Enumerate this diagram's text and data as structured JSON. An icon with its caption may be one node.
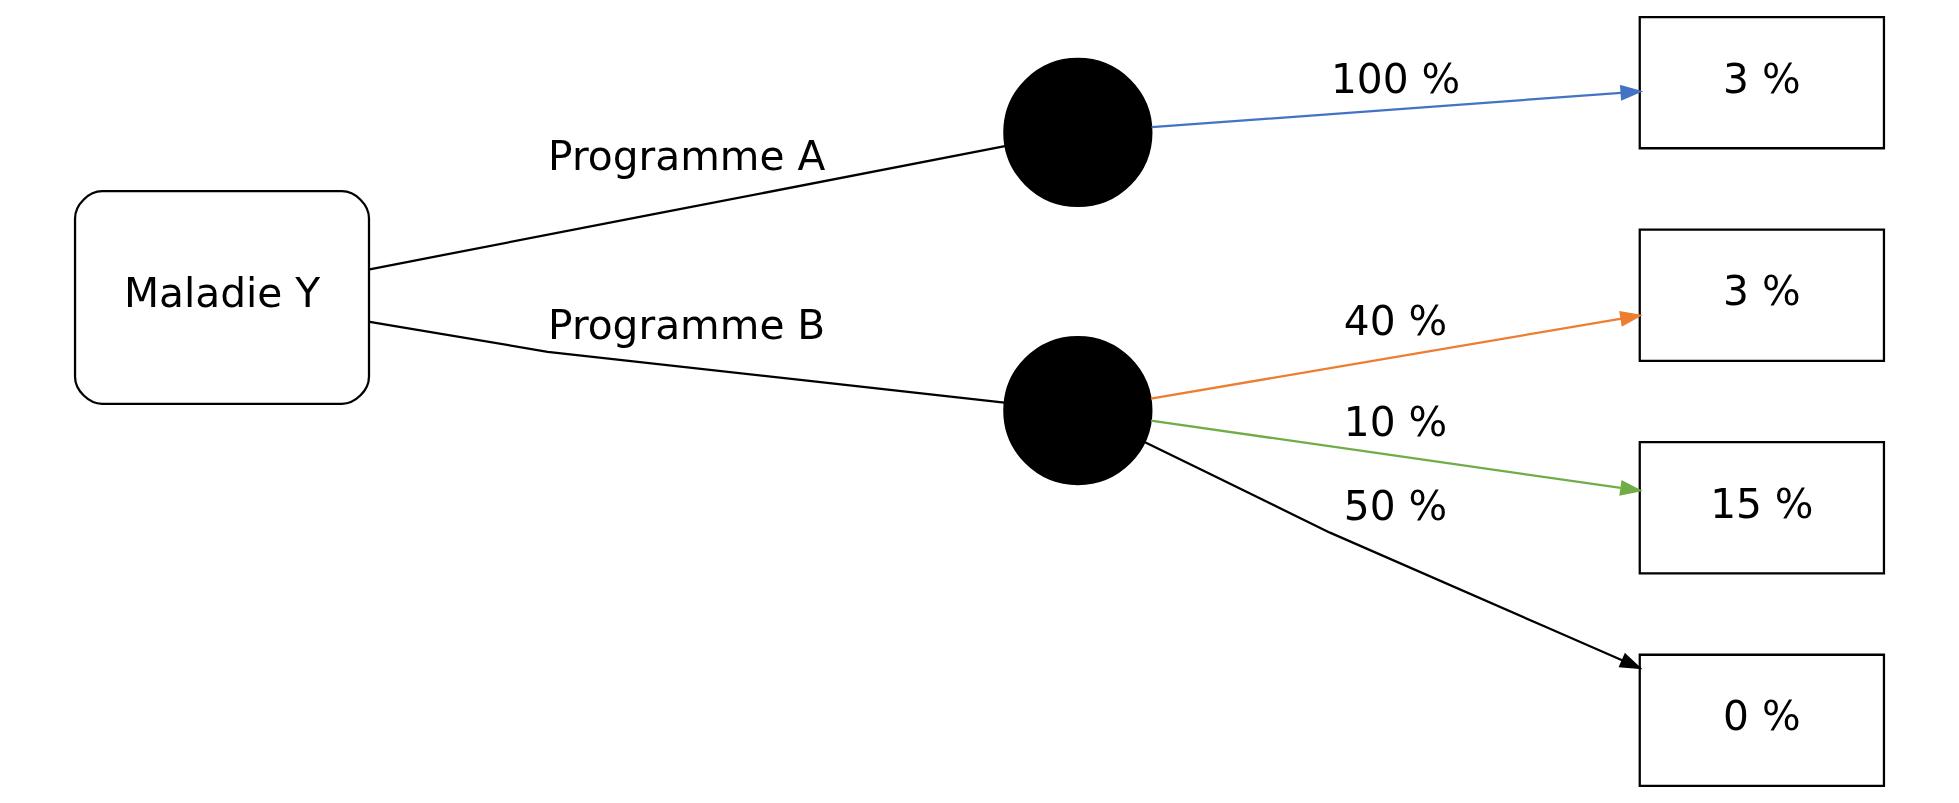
{
  "diagram": {
    "nodes": [
      {
        "text": [
          "Maladie Y"
        ]
      },
      {
        "text": [],
        "shape": "circle"
      },
      {
        "text": [],
        "shape": "circle"
      },
      {
        "text": [
          "3 %"
        ]
      },
      {
        "text": [
          "3 %"
        ]
      },
      {
        "text": [
          "15 %"
        ]
      },
      {
        "text": [
          "0 %"
        ]
      }
    ],
    "edges": [
      {
        "from": 0,
        "to": 1,
        "arrow": "none",
        "label": "Programme A"
      },
      {
        "from": 0,
        "to": 2,
        "arrow": "none",
        "label": "Programme B"
      },
      {
        "from": 1,
        "to": 3,
        "arrow": "to",
        "label": "100 %",
        "color": "#4472c4"
      },
      {
        "from": 2,
        "to": 4,
        "arrow": "to",
        "label": "40 %",
        "color": "#ed7d31"
      },
      {
        "from": 2,
        "to": 5,
        "arrow": "to",
        "label": "10 %",
        "color": "#70ad47"
      },
      {
        "from": 2,
        "to": 6,
        "arrow": "to",
        "label": "50 %"
      }
    ]
  }
}
